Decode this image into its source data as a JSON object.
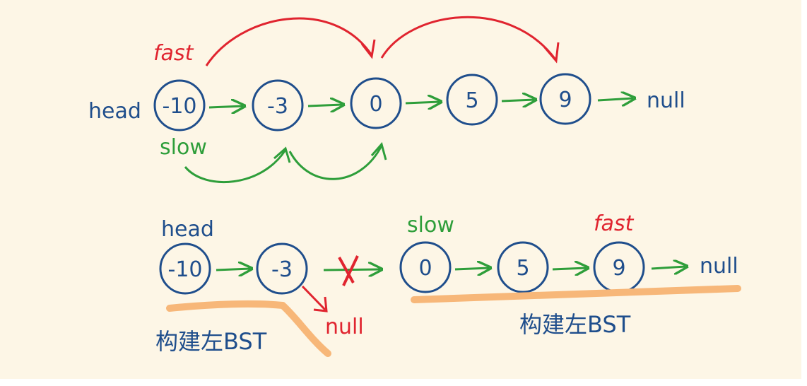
{
  "colors": {
    "background": "#fdf6e6",
    "node_blue": "#1f4e8c",
    "text_blue": "#1f4e8c",
    "arrow_green": "#2e9e3a",
    "fast_red": "#e0242f",
    "slow_green": "#2e9e3a",
    "highlight_orange": "#f7b779"
  },
  "top_row": {
    "head_label": "head",
    "nodes": [
      "-10",
      "-3",
      "0",
      "5",
      "9"
    ],
    "null_label": "null",
    "fast_label": "fast",
    "slow_label": "slow"
  },
  "bottom_left": {
    "head_label": "head",
    "nodes": [
      "-10",
      "-3"
    ],
    "null_label": "null",
    "caption": "构建左BST"
  },
  "bottom_right": {
    "slow_label": "slow",
    "fast_label": "fast",
    "nodes": [
      "0",
      "5",
      "9"
    ],
    "null_label": "null",
    "caption": "构建左BST"
  }
}
